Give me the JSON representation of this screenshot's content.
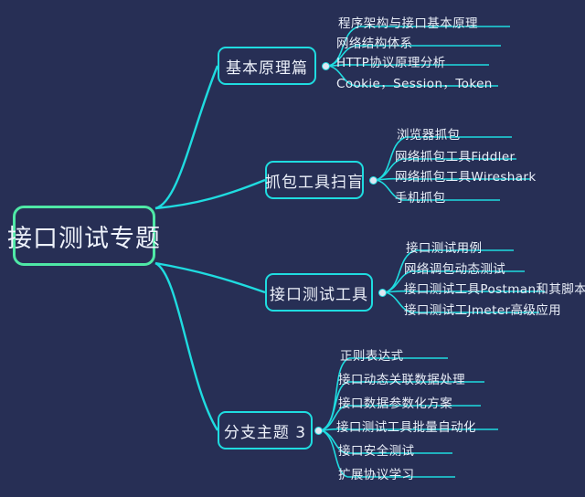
{
  "theme": {
    "background": "#272f55",
    "root_border": "#4fe8a6",
    "branch_border": "#1fdce0",
    "wire": "#1fdce0",
    "text": "#eef2fb"
  },
  "mindmap": {
    "root": {
      "label": "接口测试专题"
    },
    "branches": [
      {
        "label": "基本原理篇",
        "children": [
          "程序架构与接口基本原理",
          "网络结构体系",
          "HTTP协议原理分析",
          "Cookie，Session，Token"
        ]
      },
      {
        "label": "抓包工具扫盲",
        "children": [
          "浏览器抓包",
          "网络抓包工具Fiddler",
          "网络抓包工具Wireshark",
          "手机抓包"
        ]
      },
      {
        "label": "接口测试工具",
        "children": [
          "接口测试用例",
          "网络调包动态测试",
          "接口测试工具Postman和其脚本",
          "接口测试工Jmeter高级应用"
        ]
      },
      {
        "label": "分支主题 3",
        "children": [
          "正则表达式",
          "接口动态关联数据处理",
          "接口数据参数化方案",
          "接口测试工具批量自动化",
          "接口安全测试",
          "扩展协议学习"
        ]
      }
    ]
  }
}
